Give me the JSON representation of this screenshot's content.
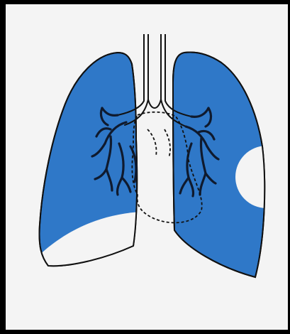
{
  "figure": {
    "kind": "lung-diagram",
    "colors": {
      "frame": "#000000",
      "background": "#f4f4f4",
      "lung_fill": "#2f78c8",
      "lesion_fill": "#f4f4f4",
      "outline": "#111111",
      "bronchi_stroke": "#0f1a2e"
    },
    "regions": [
      "left-lung",
      "right-lung",
      "trachea",
      "bronchial-tree",
      "heart-outline",
      "right-lower-lesion",
      "left-lateral-lesion"
    ]
  }
}
